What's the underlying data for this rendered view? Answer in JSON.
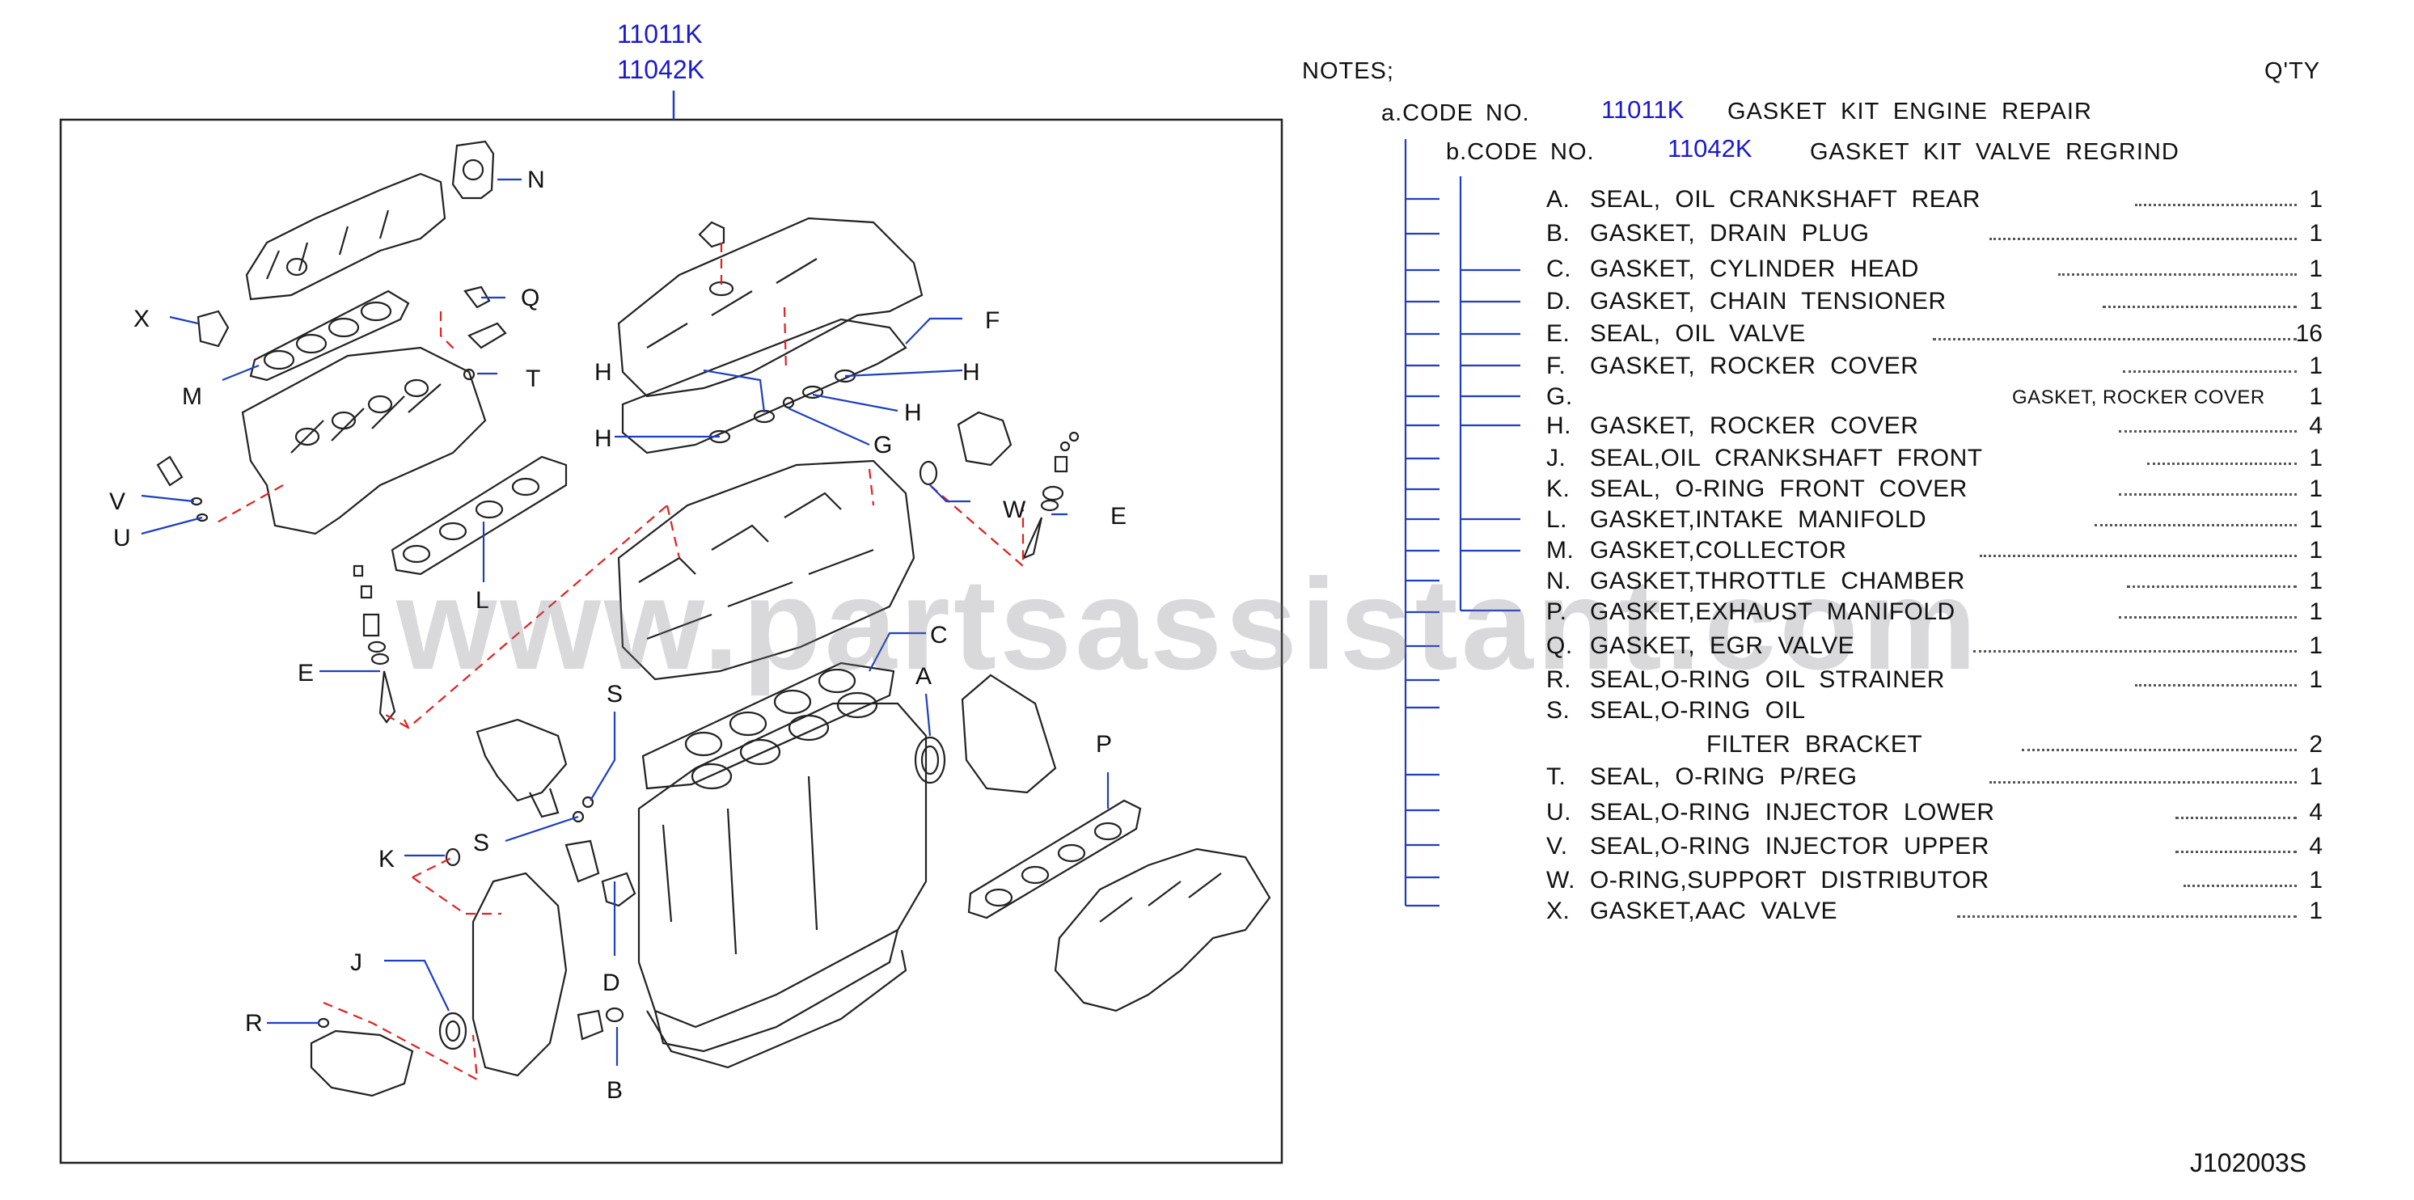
{
  "header_codes": [
    "11011K",
    "11042K"
  ],
  "notes": {
    "label": "NOTES;",
    "qty_label": "Q'TY",
    "code_a": {
      "prefix": "a.CODE  NO.",
      "code": "11011K",
      "desc": "GASKET  KIT  ENGINE  REPAIR"
    },
    "code_b": {
      "prefix": "b.CODE  NO.",
      "code": "11042K",
      "desc": "GASKET  KIT  VALVE  REGRIND"
    }
  },
  "items": [
    {
      "letter": "A.",
      "name": "SEAL,  OIL  CRANKSHAFT  REAR",
      "qty": "1"
    },
    {
      "letter": "B.",
      "name": "GASKET,  DRAIN  PLUG",
      "qty": "1"
    },
    {
      "letter": "C.",
      "name": "GASKET,  CYLINDER  HEAD",
      "qty": "1"
    },
    {
      "letter": "D.",
      "name": "GASKET,  CHAIN  TENSIONER",
      "qty": "1"
    },
    {
      "letter": "E.",
      "name": "SEAL,  OIL  VALVE",
      "qty": "16"
    },
    {
      "letter": "F.",
      "name": "GASKET,  ROCKER  COVER",
      "qty": "1"
    },
    {
      "letter": "G.",
      "name": "",
      "note": "GASKET, ROCKER COVER",
      "qty": "1"
    },
    {
      "letter": "H.",
      "name": "GASKET,  ROCKER  COVER",
      "qty": "4"
    },
    {
      "letter": "J.",
      "name": "SEAL,OIL  CRANKSHAFT  FRONT",
      "qty": "1"
    },
    {
      "letter": "K.",
      "name": "SEAL,  O-RING  FRONT  COVER",
      "qty": "1"
    },
    {
      "letter": "L.",
      "name": "GASKET,INTAKE  MANIFOLD",
      "qty": "1"
    },
    {
      "letter": "M.",
      "name": "GASKET,COLLECTOR",
      "qty": "1"
    },
    {
      "letter": "N.",
      "name": "GASKET,THROTTLE  CHAMBER",
      "qty": "1"
    },
    {
      "letter": "P.",
      "name": "GASKET,EXHAUST  MANIFOLD",
      "qty": "1"
    },
    {
      "letter": "Q.",
      "name": "GASKET,  EGR  VALVE",
      "qty": "1"
    },
    {
      "letter": "R.",
      "name": "SEAL,O-RING  OIL  STRAINER",
      "qty": "1"
    },
    {
      "letter": "S.",
      "name": "SEAL,O-RING  OIL",
      "name2": "FILTER  BRACKET",
      "qty": "2"
    },
    {
      "letter": "T.",
      "name": "SEAL,  O-RING  P/REG",
      "qty": "1"
    },
    {
      "letter": "U.",
      "name": "SEAL,O-RING  INJECTOR  LOWER",
      "qty": "4"
    },
    {
      "letter": "V.",
      "name": "SEAL,O-RING  INJECTOR  UPPER",
      "qty": "4"
    },
    {
      "letter": "W.",
      "name": "O-RING,SUPPORT  DISTRIBUTOR",
      "qty": "1"
    },
    {
      "letter": "X.",
      "name": "GASKET,AAC  VALVE",
      "qty": "1"
    }
  ],
  "callouts": {
    "N": "N",
    "Q": "Q",
    "X": "X",
    "M": "M",
    "T": "T",
    "V": "V",
    "U": "U",
    "L": "L",
    "E1": "E",
    "E2": "E",
    "F": "F",
    "H1": "H",
    "H2": "H",
    "H3": "H",
    "H4": "H",
    "G": "G",
    "W": "W",
    "C": "C",
    "A": "A",
    "S1": "S",
    "S2": "S",
    "P": "P",
    "K": "K",
    "J": "J",
    "R": "R",
    "D": "D",
    "B": "B"
  },
  "watermark": "www.partsassistant.com",
  "figure_code": "J102003S",
  "colors": {
    "code": "#1a1acc",
    "leader": "#1f3fbf",
    "dashed": "#e02020",
    "text": "#111111"
  }
}
